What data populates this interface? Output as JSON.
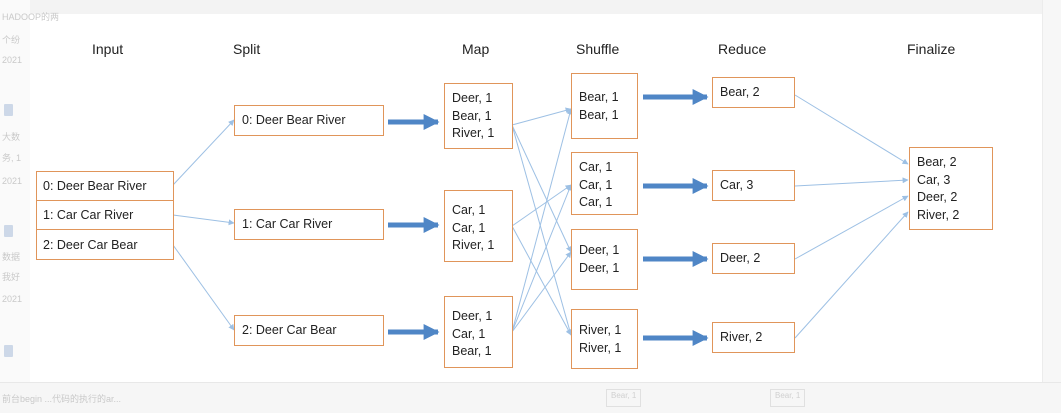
{
  "background_fragments": {
    "texts": [
      "HADOOP的两",
      "个纷",
      "2021",
      "大数",
      "务, 1",
      "2021",
      "数据",
      "我好",
      "2021",
      "前台begin ...代码的执行的ar..."
    ],
    "bottom_items": [
      "Bear, 1",
      "Bear, 1"
    ]
  },
  "diagram": {
    "titles": {
      "input": "Input",
      "split": "Split",
      "map": "Map",
      "shuffle": "Shuffle",
      "reduce": "Reduce",
      "finalize": "Finalize"
    },
    "input": [
      "0: Deer Bear River",
      "1: Car Car River",
      "2: Deer Car Bear"
    ],
    "split": [
      "0: Deer Bear River",
      "1: Car Car River",
      "2: Deer Car Bear"
    ],
    "map": [
      [
        "Deer, 1",
        "Bear, 1",
        "River, 1"
      ],
      [
        "Car, 1",
        "Car, 1",
        "River, 1"
      ],
      [
        "Deer, 1",
        "Car, 1",
        "Bear, 1"
      ]
    ],
    "shuffle": [
      [
        "Bear, 1",
        "Bear, 1"
      ],
      [
        "Car, 1",
        "Car, 1",
        "Car, 1"
      ],
      [
        "Deer, 1",
        "Deer, 1"
      ],
      [
        "River, 1",
        "River, 1"
      ]
    ],
    "reduce": [
      "Bear, 2",
      "Car, 3",
      "Deer, 2",
      "River, 2"
    ],
    "finalize": [
      "Bear, 2",
      "Car, 3",
      "Deer, 2",
      "River, 2"
    ],
    "colors": {
      "box_border": "#e0955a",
      "thin_arrow": "#9dc0e4",
      "thick_arrow": "#4f86c6"
    }
  }
}
